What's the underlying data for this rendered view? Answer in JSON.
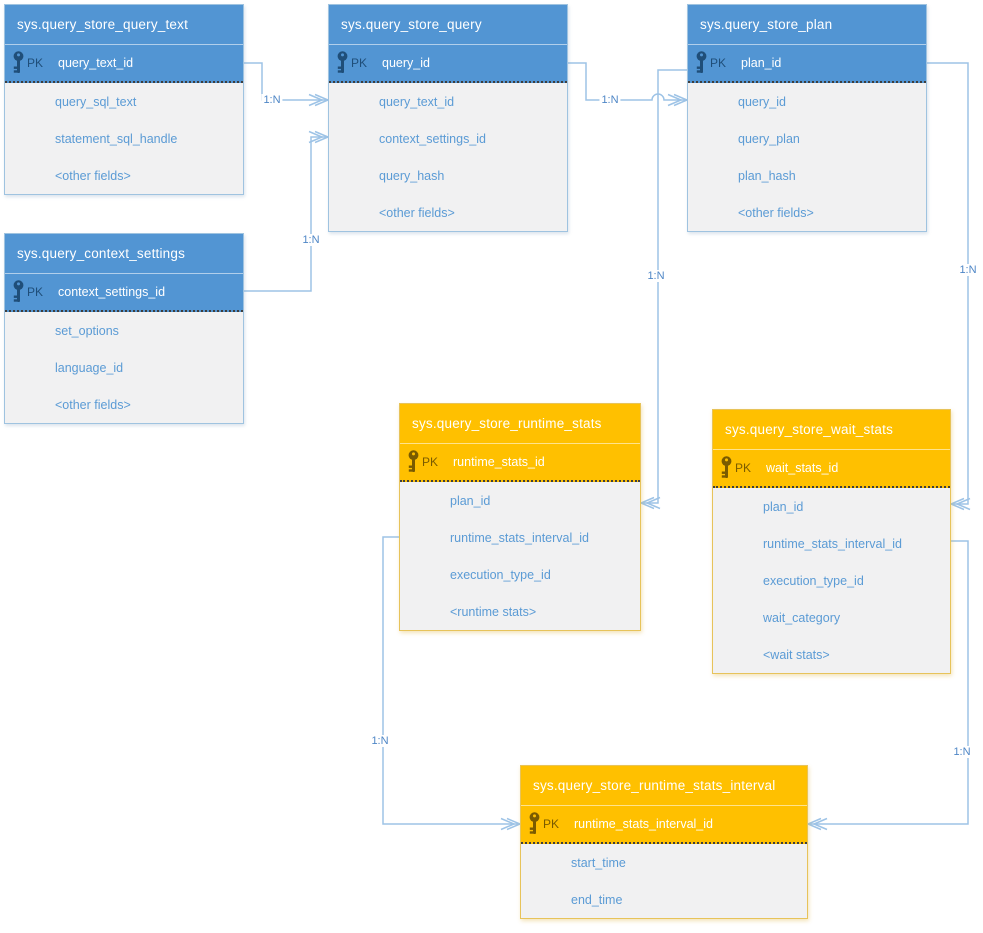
{
  "diagram": {
    "colors": {
      "table_header_blue": "#5295D3",
      "table_header_orange": "#FFC000",
      "pk_text_blue": "#1F4E79",
      "pk_text_orange": "#7A5B00",
      "field_text": "#5B9BD5",
      "body_background": "#F1F1F2",
      "connector_line": "#9DC3E6",
      "cardinality_text": "#4E86C6"
    },
    "tables": [
      {
        "title": "sys.query_store_query_text",
        "theme": "blue",
        "pk": {
          "badge": "PK",
          "field": "query_text_id"
        },
        "fields": [
          "query_sql_text",
          "statement_sql_handle",
          "<other fields>"
        ]
      },
      {
        "title": "sys.query_store_query",
        "theme": "blue",
        "pk": {
          "badge": "PK",
          "field": "query_id"
        },
        "fields": [
          "query_text_id",
          "context_settings_id",
          "query_hash",
          "<other fields>"
        ]
      },
      {
        "title": "sys.query_store_plan",
        "theme": "blue",
        "pk": {
          "badge": "PK",
          "field": "plan_id"
        },
        "fields": [
          "query_id",
          "query_plan",
          "plan_hash",
          "<other fields>"
        ]
      },
      {
        "title": "sys.query_context_settings",
        "theme": "blue",
        "pk": {
          "badge": "PK",
          "field": "context_settings_id"
        },
        "fields": [
          "set_options",
          "language_id",
          "<other fields>"
        ]
      },
      {
        "title": "sys.query_store_runtime_stats",
        "theme": "orange",
        "pk": {
          "badge": "PK",
          "field": "runtime_stats_id"
        },
        "fields": [
          "plan_id",
          "runtime_stats_interval_id",
          "execution_type_id",
          "<runtime stats>"
        ]
      },
      {
        "title": "sys.query_store_wait_stats",
        "theme": "orange",
        "pk": {
          "badge": "PK",
          "field": "wait_stats_id"
        },
        "fields": [
          "plan_id",
          "runtime_stats_interval_id",
          "execution_type_id",
          "wait_category",
          "<wait stats>"
        ]
      },
      {
        "title": "sys.query_store_runtime_stats_interval",
        "theme": "orange",
        "pk": {
          "badge": "PK",
          "field": "runtime_stats_interval_id"
        },
        "fields": [
          "start_time",
          "end_time"
        ]
      }
    ],
    "relationships": [
      {
        "label": "1:N",
        "from": "sys.query_store_query_text.query_text_id",
        "to": "sys.query_store_query.query_text_id"
      },
      {
        "label": "1:N",
        "from": "sys.query_context_settings.context_settings_id",
        "to": "sys.query_store_query.context_settings_id"
      },
      {
        "label": "1:N",
        "from": "sys.query_store_query.query_id",
        "to": "sys.query_store_plan.query_id"
      },
      {
        "label": "1:N",
        "from": "sys.query_store_plan.plan_id",
        "to": "sys.query_store_runtime_stats.plan_id"
      },
      {
        "label": "1:N",
        "from": "sys.query_store_plan.plan_id",
        "to": "sys.query_store_wait_stats.plan_id"
      },
      {
        "label": "1:N",
        "from": "sys.query_store_runtime_stats.runtime_stats_interval_id",
        "to": "sys.query_store_runtime_stats_interval.runtime_stats_interval_id"
      },
      {
        "label": "1:N",
        "from": "sys.query_store_wait_stats.runtime_stats_interval_id",
        "to": "sys.query_store_runtime_stats_interval.runtime_stats_interval_id"
      }
    ]
  }
}
